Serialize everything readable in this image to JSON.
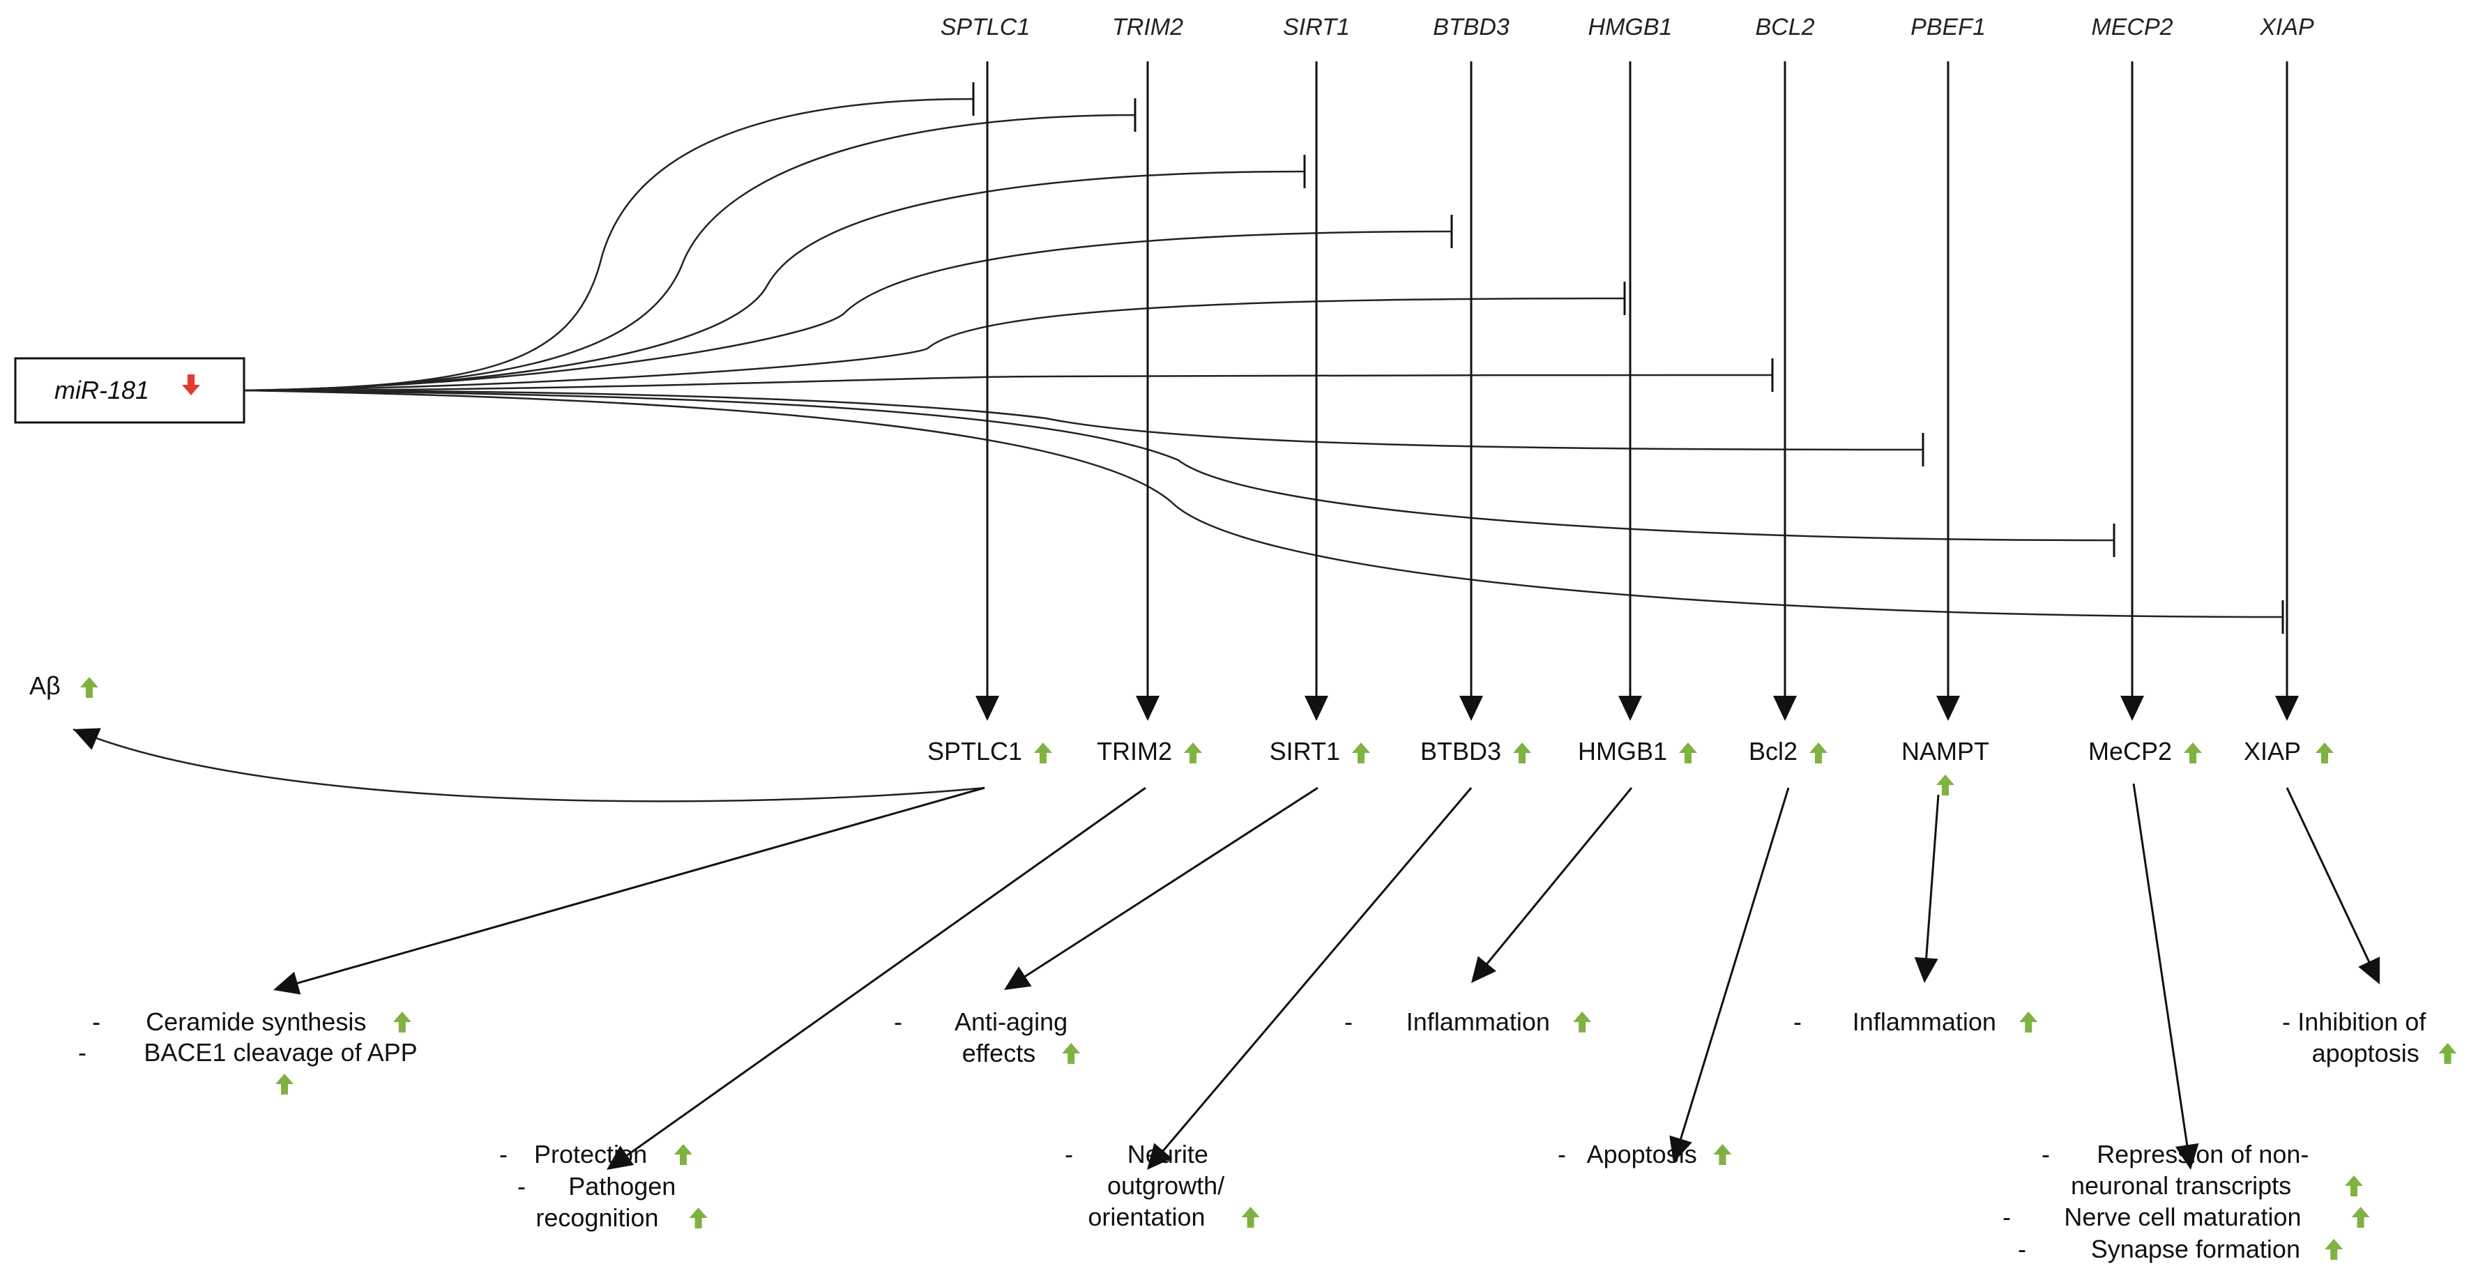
{
  "colors": {
    "up_arrow": "#7fb241",
    "down_arrow": "#e03c31",
    "line": "#111111"
  },
  "mirna": {
    "label": "miR-181",
    "direction_icon": "down-arrow-icon"
  },
  "genes": [
    "SPTLC1",
    "TRIM2",
    "SIRT1",
    "BTBD3",
    "HMGB1",
    "BCL2",
    "PBEF1",
    "MECP2",
    "XIAP"
  ],
  "proteins": [
    {
      "label": "SPTLC1",
      "up": true
    },
    {
      "label": "TRIM2",
      "up": true
    },
    {
      "label": "SIRT1",
      "up": true
    },
    {
      "label": "BTBD3",
      "up": true
    },
    {
      "label": "HMGB1",
      "up": true
    },
    {
      "label": "Bcl2",
      "up": true
    },
    {
      "label": "NAMPT",
      "up": true
    },
    {
      "label": "MeCP2",
      "up": true
    },
    {
      "label": "XIAP",
      "up": true
    }
  ],
  "abeta": {
    "label": "Aβ",
    "up": true
  },
  "effects": {
    "sptlc1": [
      {
        "dash": "-",
        "lines": [
          {
            "text": "Ceramide synthesis",
            "up": true
          }
        ]
      },
      {
        "dash": "-",
        "lines": [
          {
            "text": "BACE1 cleavage of APP",
            "up": false
          },
          {
            "text": "",
            "up": true
          }
        ]
      }
    ],
    "trim2": [
      {
        "dash": "-",
        "lines": [
          {
            "text": "Protection",
            "up": true
          }
        ]
      },
      {
        "dash": "-",
        "lines": [
          {
            "text": "Pathogen",
            "up": false
          },
          {
            "text": "recognition",
            "up": true
          }
        ]
      }
    ],
    "sirt1": [
      {
        "dash": "-",
        "lines": [
          {
            "text": "Anti-aging",
            "up": false
          },
          {
            "text": "effects",
            "up": true
          }
        ]
      }
    ],
    "btbd3": [
      {
        "dash": "-",
        "lines": [
          {
            "text": "Neurite",
            "up": false
          },
          {
            "text": "outgrowth/",
            "up": false
          },
          {
            "text": "orientation",
            "up": true
          }
        ]
      }
    ],
    "hmgb1": [
      {
        "dash": "-",
        "lines": [
          {
            "text": "Inflammation",
            "up": true
          }
        ]
      }
    ],
    "bcl2": [
      {
        "dash": "-",
        "lines": [
          {
            "text": "Apoptosis",
            "up": true
          }
        ]
      }
    ],
    "nampt": [
      {
        "dash": "-",
        "lines": [
          {
            "text": "Inflammation",
            "up": true
          }
        ]
      }
    ],
    "mecp2": [
      {
        "dash": "-",
        "lines": [
          {
            "text": "Repression of non-",
            "up": false
          },
          {
            "text": "neuronal transcripts",
            "up": true
          }
        ]
      },
      {
        "dash": "-",
        "lines": [
          {
            "text": "Nerve cell maturation",
            "up": true
          }
        ]
      },
      {
        "dash": "-",
        "lines": [
          {
            "text": "Synapse formation",
            "up": true
          }
        ]
      }
    ],
    "xiap": [
      {
        "dash": "-",
        "lines": [
          {
            "text": "Inhibition of",
            "up": false
          },
          {
            "text": "apoptosis",
            "up": true
          }
        ]
      }
    ]
  }
}
